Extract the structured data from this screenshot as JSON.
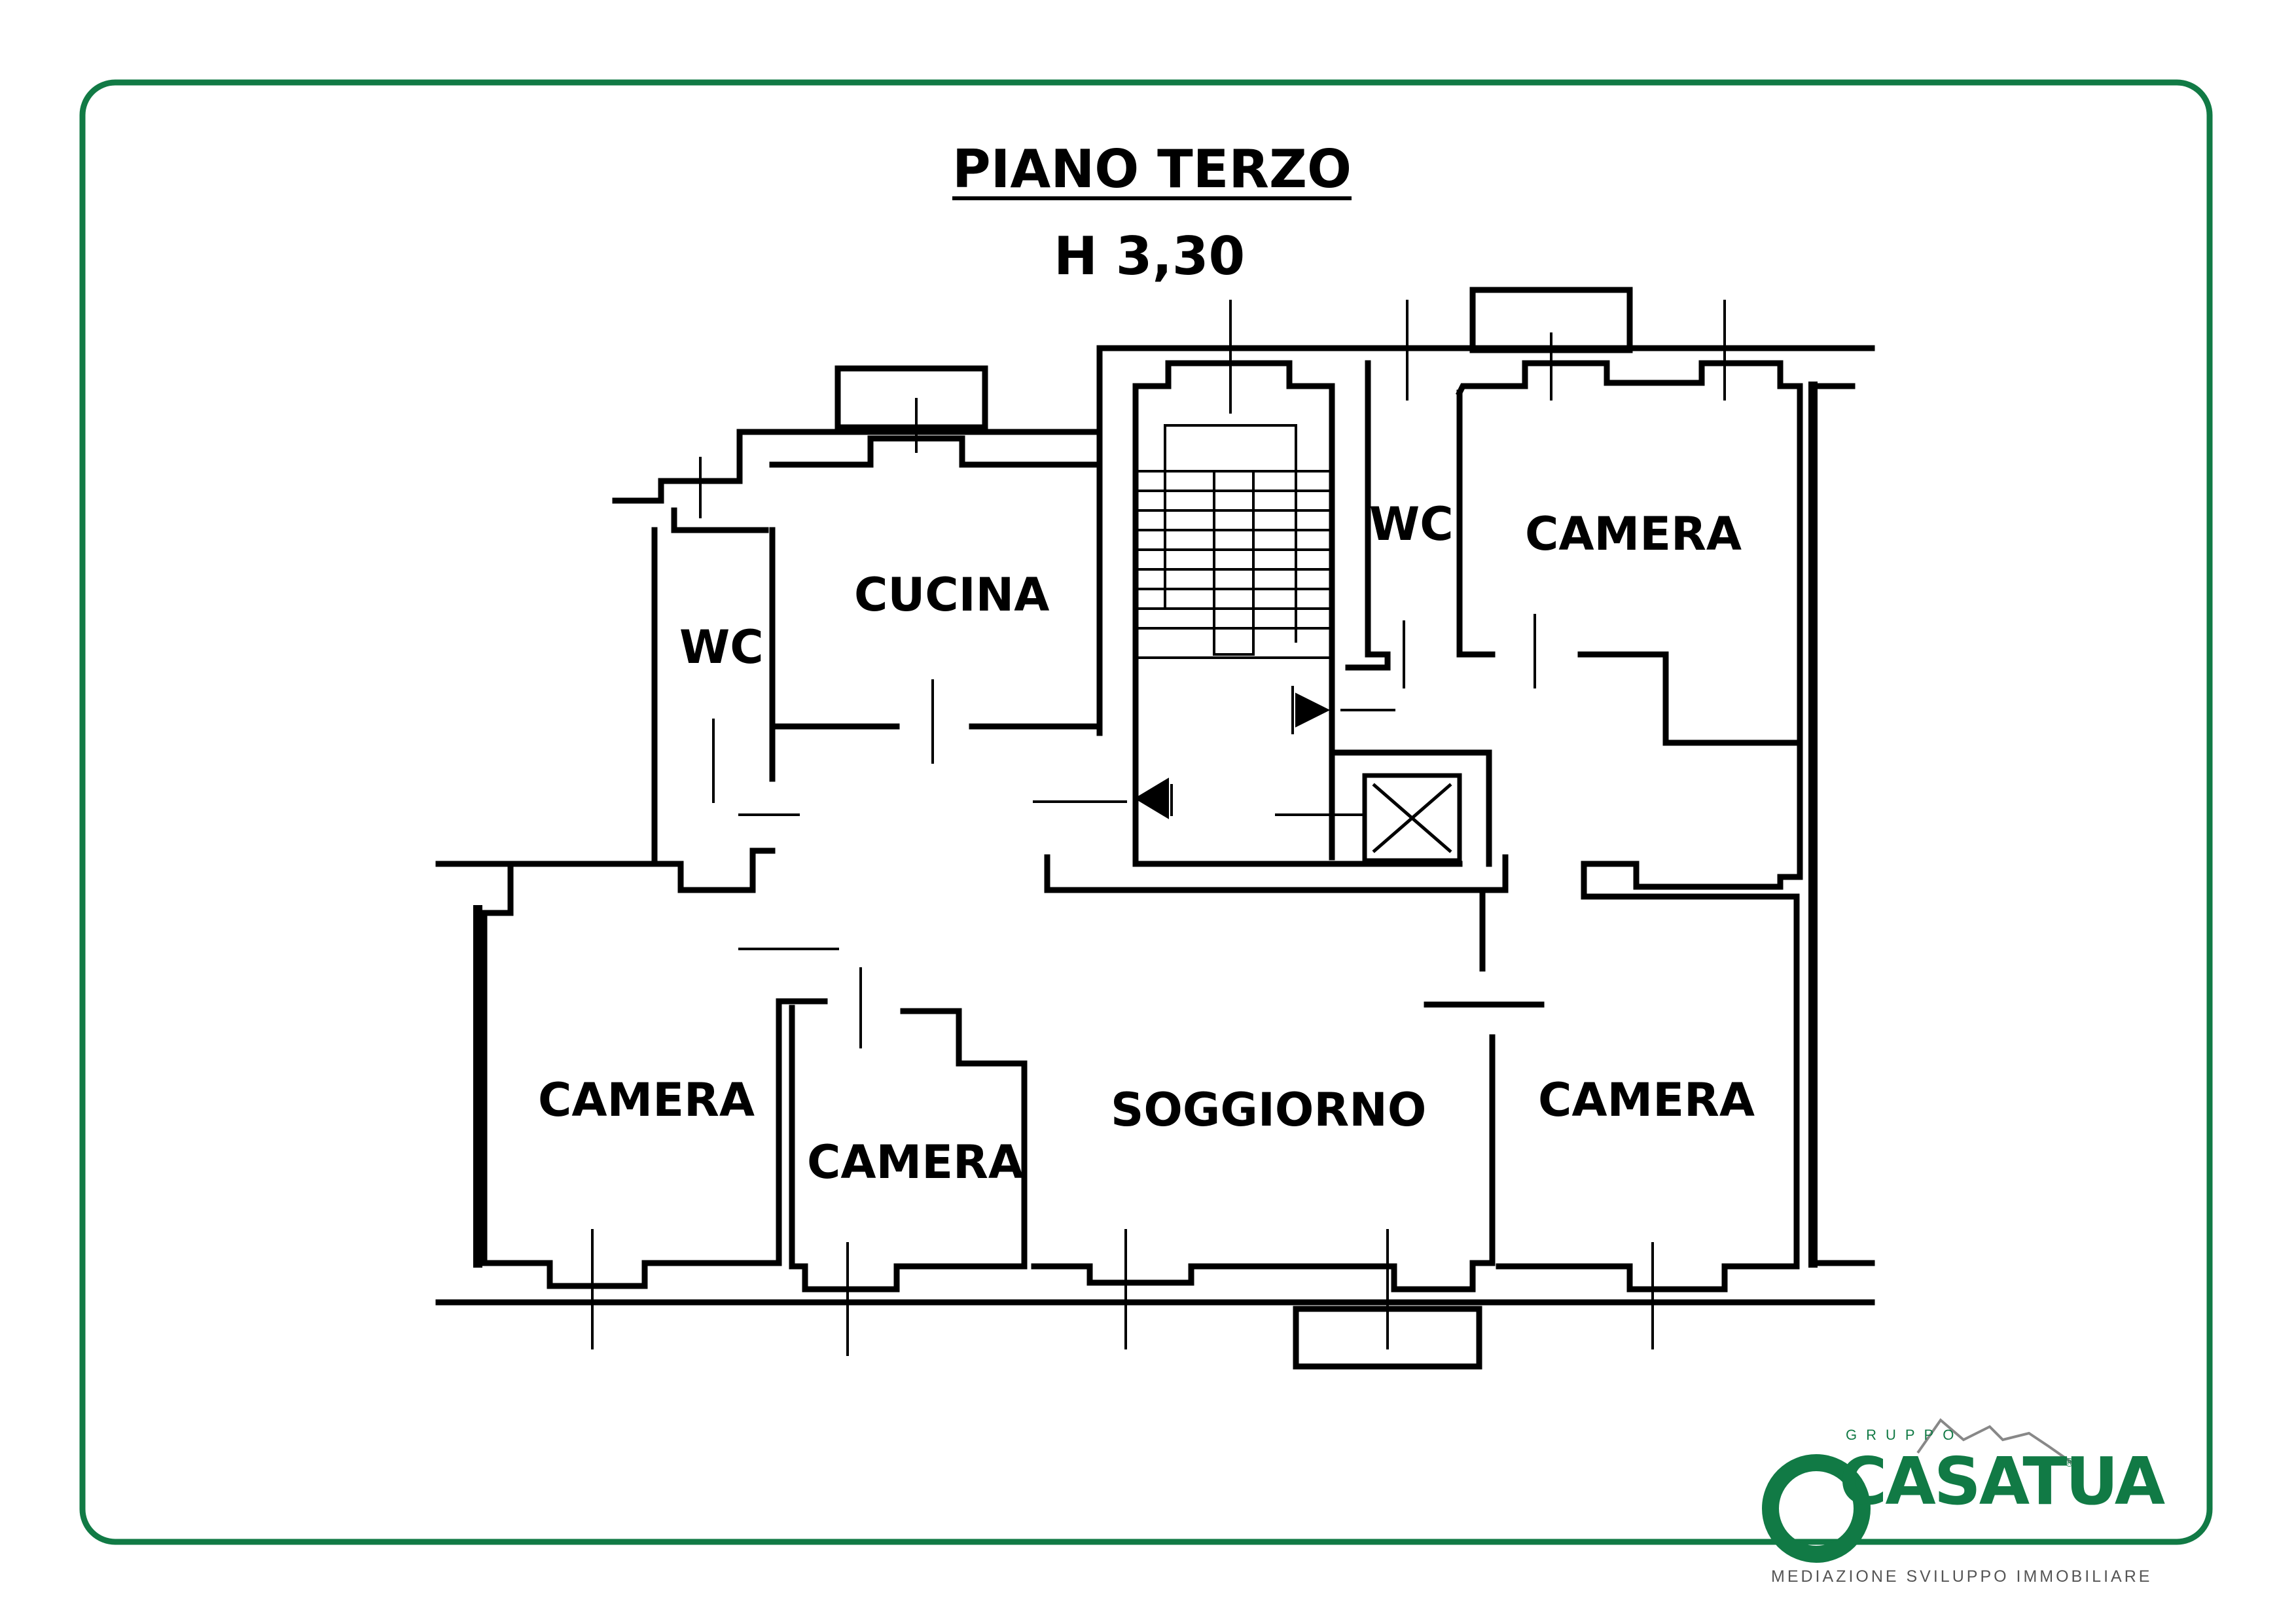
{
  "colors": {
    "frame": "#117a45",
    "walls": "#000000",
    "background": "#ffffff"
  },
  "plan": {
    "title": "PIANO TERZO",
    "height_label": "H 3,30"
  },
  "rooms": {
    "wc_left": "WC",
    "cucina": "CUCINA",
    "wc_right": "WC",
    "camera_top_right": "CAMERA",
    "camera_left": "CAMERA",
    "camera_small": "CAMERA",
    "soggiorno": "SOGGIORNO",
    "camera_bottom_right": "CAMERA"
  },
  "brand": {
    "name": "CASATUA",
    "group": "GRUPPO",
    "registered": "®",
    "tagline": "MEDIAZIONE SVILUPPO IMMOBILIARE"
  }
}
